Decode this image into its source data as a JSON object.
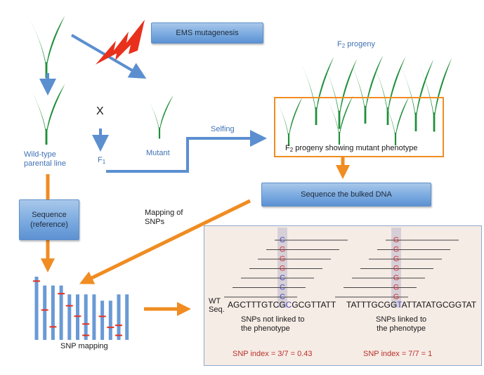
{
  "colors": {
    "plant": "#1f8f3a",
    "blue_arrow": "#5b8fd0",
    "orange_arrow": "#f08c22",
    "lightning": "#e8301c",
    "mutant_base": "#d0383a",
    "wt_base": "#4a4ac0",
    "snp_index": "#b8322a",
    "panel_bg": "#f6ece6",
    "snp_mark": "#e8301c"
  },
  "labels": {
    "ems_mutagenesis": "EMS mutagenesis",
    "wild_type_line1": "Wild-type",
    "wild_type_line2": "parental line",
    "cross": "X",
    "f1": "F",
    "f1_sub": "1",
    "mutant": "Mutant",
    "selfing": "Selfing",
    "f2_progeny": "F",
    "f2_progeny_sub": "2",
    "f2_progeny_rest": " progeny",
    "f2_mutant_prefix": "F",
    "f2_mutant_sub": "2",
    "f2_mutant_rest": " progeny showing mutant phenotype",
    "sequence_bulked": "Sequence the bulked DNA",
    "sequence_reference_line1": "Sequence",
    "sequence_reference_line2": "(reference)",
    "mapping_of_snps_line1": "Mapping of",
    "mapping_of_snps_line2": "SNPs",
    "snp_mapping": "SNP mapping"
  },
  "panel": {
    "wt_label_line1": "WT",
    "wt_label_line2": "Seq.",
    "left": {
      "reads_bases": [
        "C",
        "G",
        "G",
        "G",
        "C",
        "C",
        "C"
      ],
      "seq_before": "AGCTTTGTCG",
      "seq_snp": "C",
      "seq_after": "GCGTTATT",
      "caption_line1": "SNPs not linked to",
      "caption_line2": "the phenotype",
      "snp_index": "SNP index = 3/7 = 0.43"
    },
    "right": {
      "reads_bases": [
        "G",
        "G",
        "G",
        "G",
        "G",
        "G",
        "G"
      ],
      "seq_before": "TATTTGCGG",
      "seq_snp": "T",
      "seq_after": "ATTATATGCGGTAT",
      "caption_line1": "SNPs linked to",
      "caption_line2": "the phenotype",
      "snp_index": "SNP index = 7/7 = 1"
    }
  },
  "chromosomes": {
    "count": 12,
    "relative_heights": [
      1.0,
      0.86,
      0.86,
      0.86,
      0.72,
      0.72,
      0.72,
      0.72,
      0.62,
      0.62,
      0.72,
      0.72
    ],
    "snp_positions": [
      [
        0.07
      ],
      [
        0.45
      ],
      [
        0.76
      ],
      [
        0.15
      ],
      [
        0.25
      ],
      [
        0.48
      ],
      [
        0.65,
        0.9
      ],
      [],
      [
        0.4
      ],
      [
        0.68
      ],
      [
        0.68,
        0.9
      ],
      []
    ]
  }
}
